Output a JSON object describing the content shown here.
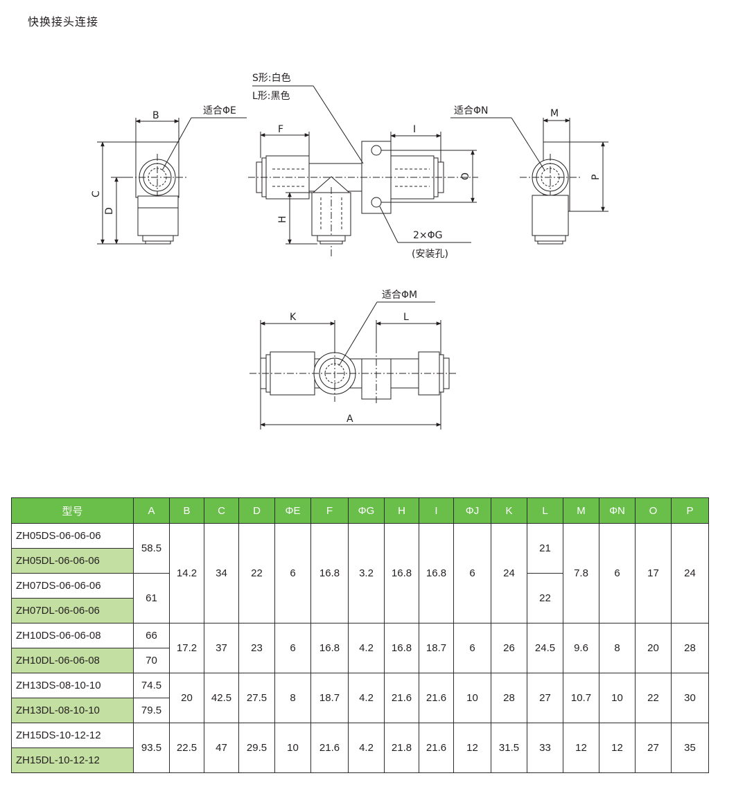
{
  "page_title": "快换接头连接",
  "drawing": {
    "labels": {
      "s_type": "S形:白色",
      "l_type": "L形:黑色",
      "fit_e": "适合ΦE",
      "fit_n": "适合ΦN",
      "fit_m": "适合ΦM",
      "mount_hole": "2×ΦG",
      "mount_hole_note": "(安装孔)",
      "dim_b": "B",
      "dim_c": "C",
      "dim_d": "D",
      "dim_f": "F",
      "dim_h": "H",
      "dim_i": "I",
      "dim_o": "O",
      "dim_m": "M",
      "dim_p": "P",
      "dim_k": "K",
      "dim_l": "L",
      "dim_a": "A"
    }
  },
  "table": {
    "headers": [
      "型号",
      "A",
      "B",
      "C",
      "D",
      "ΦE",
      "F",
      "ΦG",
      "H",
      "I",
      "ΦJ",
      "K",
      "L",
      "M",
      "ΦN",
      "O",
      "P"
    ],
    "groups": [
      {
        "models": [
          "ZH05DS-06-06-06",
          "ZH05DL-06-06-06",
          "ZH07DS-06-06-06",
          "ZH07DL-06-06-06"
        ],
        "A": [
          "58.5",
          "61"
        ],
        "B": "14.2",
        "C": "34",
        "D": "22",
        "E": "6",
        "F": "16.8",
        "G": "3.2",
        "H": "16.8",
        "I": "16.8",
        "J": "6",
        "K": "24",
        "L": [
          "21",
          "22"
        ],
        "M": "7.8",
        "N": "6",
        "O": "17",
        "P": "24"
      },
      {
        "models": [
          "ZH10DS-06-06-08",
          "ZH10DL-06-06-08"
        ],
        "A": [
          "66",
          "70"
        ],
        "B": "17.2",
        "C": "37",
        "D": "23",
        "E": "6",
        "F": "16.8",
        "G": "4.2",
        "H": "16.8",
        "I": "18.7",
        "J": "6",
        "K": "26",
        "L": "24.5",
        "M": "9.6",
        "N": "8",
        "O": "20",
        "P": "28"
      },
      {
        "models": [
          "ZH13DS-08-10-10",
          "ZH13DL-08-10-10"
        ],
        "A": [
          "74.5",
          "79.5"
        ],
        "B": "20",
        "C": "42.5",
        "D": "27.5",
        "E": "8",
        "F": "18.7",
        "G": "4.2",
        "H": "21.6",
        "I": "21.6",
        "J": "10",
        "K": "28",
        "L": "27",
        "M": "10.7",
        "N": "10",
        "O": "22",
        "P": "30"
      },
      {
        "models": [
          "ZH15DS-10-12-12",
          "ZH15DL-10-12-12"
        ],
        "A": "93.5",
        "B": "22.5",
        "C": "47",
        "D": "29.5",
        "E": "10",
        "F": "21.6",
        "G": "4.2",
        "H": "21.8",
        "I": "21.6",
        "J": "12",
        "K": "31.5",
        "L": "33",
        "M": "12",
        "N": "12",
        "O": "27",
        "P": "35"
      }
    ]
  }
}
